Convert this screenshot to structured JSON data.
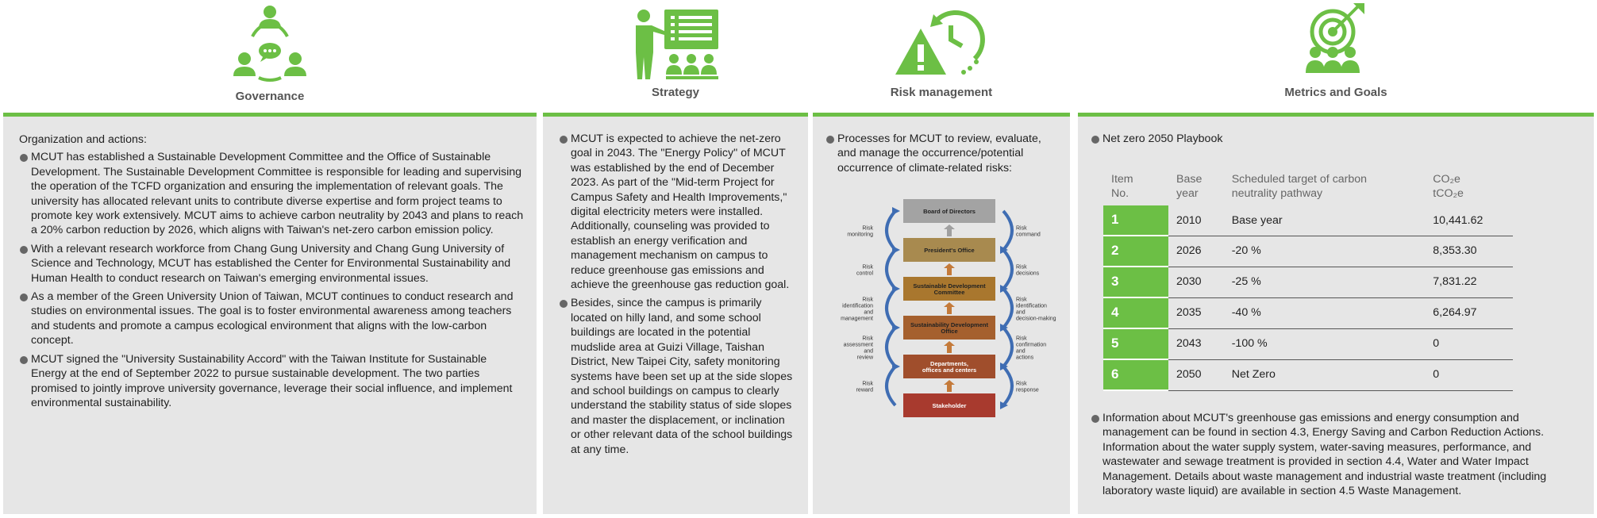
{
  "colors": {
    "accent_green": "#6cbf45",
    "panel_gray": "#e6e6e6",
    "bullet_gray": "#666666"
  },
  "governance": {
    "title": "Governance",
    "icon": "people-meeting-icon",
    "intro": "Organization and actions:",
    "bullets": [
      "MCUT has established a Sustainable Development Committee and the Office of Sustainable Development. The Sustainable Development Committee is responsible for leading and supervising the operation of the TCFD organization and ensuring the implementation of relevant goals. The university has allocated relevant units to contribute diverse expertise and form project teams to promote key work extensively. MCUT aims to achieve carbon neutrality by 2043 and plans to reach a 20% carbon reduction by 2026, which aligns with Taiwan's net-zero carbon emission policy.",
      "With a relevant research workforce from Chang Gung University and Chang Gung University of Science and Technology, MCUT has established the Center for Environmental Sustainability and Human Health to conduct research on Taiwan's emerging environmental issues.",
      "As a member of the Green University Union of Taiwan, MCUT continues to conduct research and studies on environmental issues. The goal is to foster environmental awareness among teachers and students and promote a campus ecological environment that aligns with the low-carbon concept.",
      "MCUT signed the \"University Sustainability Accord\" with the Taiwan Institute for Sustainable Energy at the end of September 2022 to pursue sustainable development. The two parties promised to jointly improve university governance, leverage their social influence, and implement environmental sustainability."
    ]
  },
  "strategy": {
    "title": "Strategy",
    "icon": "presentation-board-icon",
    "bullets": [
      "MCUT is expected to achieve the net-zero goal in 2043. The \"Energy Policy\" of MCUT was established by the end of December 2023. As part of the \"Mid-term Project for Campus Safety and Health Improvements,\" digital electricity meters were installed. Additionally, counseling was provided to establish an energy verification and management mechanism on campus to reduce greenhouse gas emissions and achieve the greenhouse gas reduction goal.",
      "Besides, since the campus is primarily located on hilly land, and some school buildings are located in the potential mudslide area at Guizi Village, Taishan District, New Taipei City, safety monitoring systems have been set up at the side slopes and school buildings on campus to clearly understand the stability status of side slopes and master the displacement, or inclination or other relevant data of the school buildings at any time."
    ]
  },
  "risk": {
    "title": "Risk management",
    "icon": "warning-clock-icon",
    "bullet": "Processes for MCUT to review, evaluate, and manage the occurrence/potential occurrence of climate-related risks:",
    "diagram": {
      "boxes": [
        {
          "label_lines": [
            "Board of Directors"
          ],
          "color": "#a3a3a3",
          "text_color": "#222222"
        },
        {
          "label_lines": [
            "President's Office"
          ],
          "color": "#a88a4f",
          "text_color": "#222222"
        },
        {
          "label_lines": [
            "Sustainable Development",
            "Committee"
          ],
          "color": "#a9772e",
          "text_color": "#222222"
        },
        {
          "label_lines": [
            "Sustainability Development",
            "Office"
          ],
          "color": "#a5602e",
          "text_color": "#222222"
        },
        {
          "label_lines": [
            "Departments,",
            "offices and centers"
          ],
          "color": "#a04e2c",
          "text_color": "#ffffff"
        },
        {
          "label_lines": [
            "Stakeholder"
          ],
          "color": "#a83a2e",
          "text_color": "#ffffff"
        }
      ],
      "left_labels": [
        [
          "Risk",
          "monitoring"
        ],
        [
          "Risk",
          "control"
        ],
        [
          "Risk",
          "identification",
          "and",
          "management"
        ],
        [
          "Risk",
          "assessment",
          "and",
          "review"
        ],
        [
          "Risk",
          "reward"
        ]
      ],
      "right_labels": [
        [
          "Risk",
          "command"
        ],
        [
          "Risk",
          "decisions"
        ],
        [
          "Risk",
          "identification",
          "and",
          "decision-making"
        ],
        [
          "Risk",
          "confirmation",
          "and",
          "actions"
        ],
        [
          "Risk",
          "response"
        ]
      ]
    }
  },
  "metrics": {
    "title": "Metrics and Goals",
    "icon": "target-people-icon",
    "bullet1": "Net zero 2050 Playbook",
    "table": {
      "headers": [
        [
          "Item",
          "No."
        ],
        [
          "Base",
          "year"
        ],
        [
          "Scheduled target of carbon",
          "neutrality pathway"
        ],
        [
          "CO₂e",
          "tCO₂e"
        ]
      ],
      "rows": [
        [
          "1",
          "2010",
          "Base year",
          "10,441.62"
        ],
        [
          "2",
          "2026",
          "-20 %",
          "8,353.30"
        ],
        [
          "3",
          "2030",
          "-25 %",
          "7,831.22"
        ],
        [
          "4",
          "2035",
          "-40 %",
          "6,264.97"
        ],
        [
          "5",
          "2043",
          "-100 %",
          "0"
        ],
        [
          "6",
          "2050",
          "Net Zero",
          "0"
        ]
      ]
    },
    "bullet2": "Information about MCUT's greenhouse gas emissions and energy consumption and management can be found in section 4.3, Energy Saving and Carbon Reduction Actions. Information about the water supply system, water-saving measures, performance, and wastewater and sewage treatment is provided in section 4.4, Water and Water Impact Management. Details about waste management and industrial waste treatment (including laboratory waste liquid) are available in section 4.5 Waste Management."
  }
}
